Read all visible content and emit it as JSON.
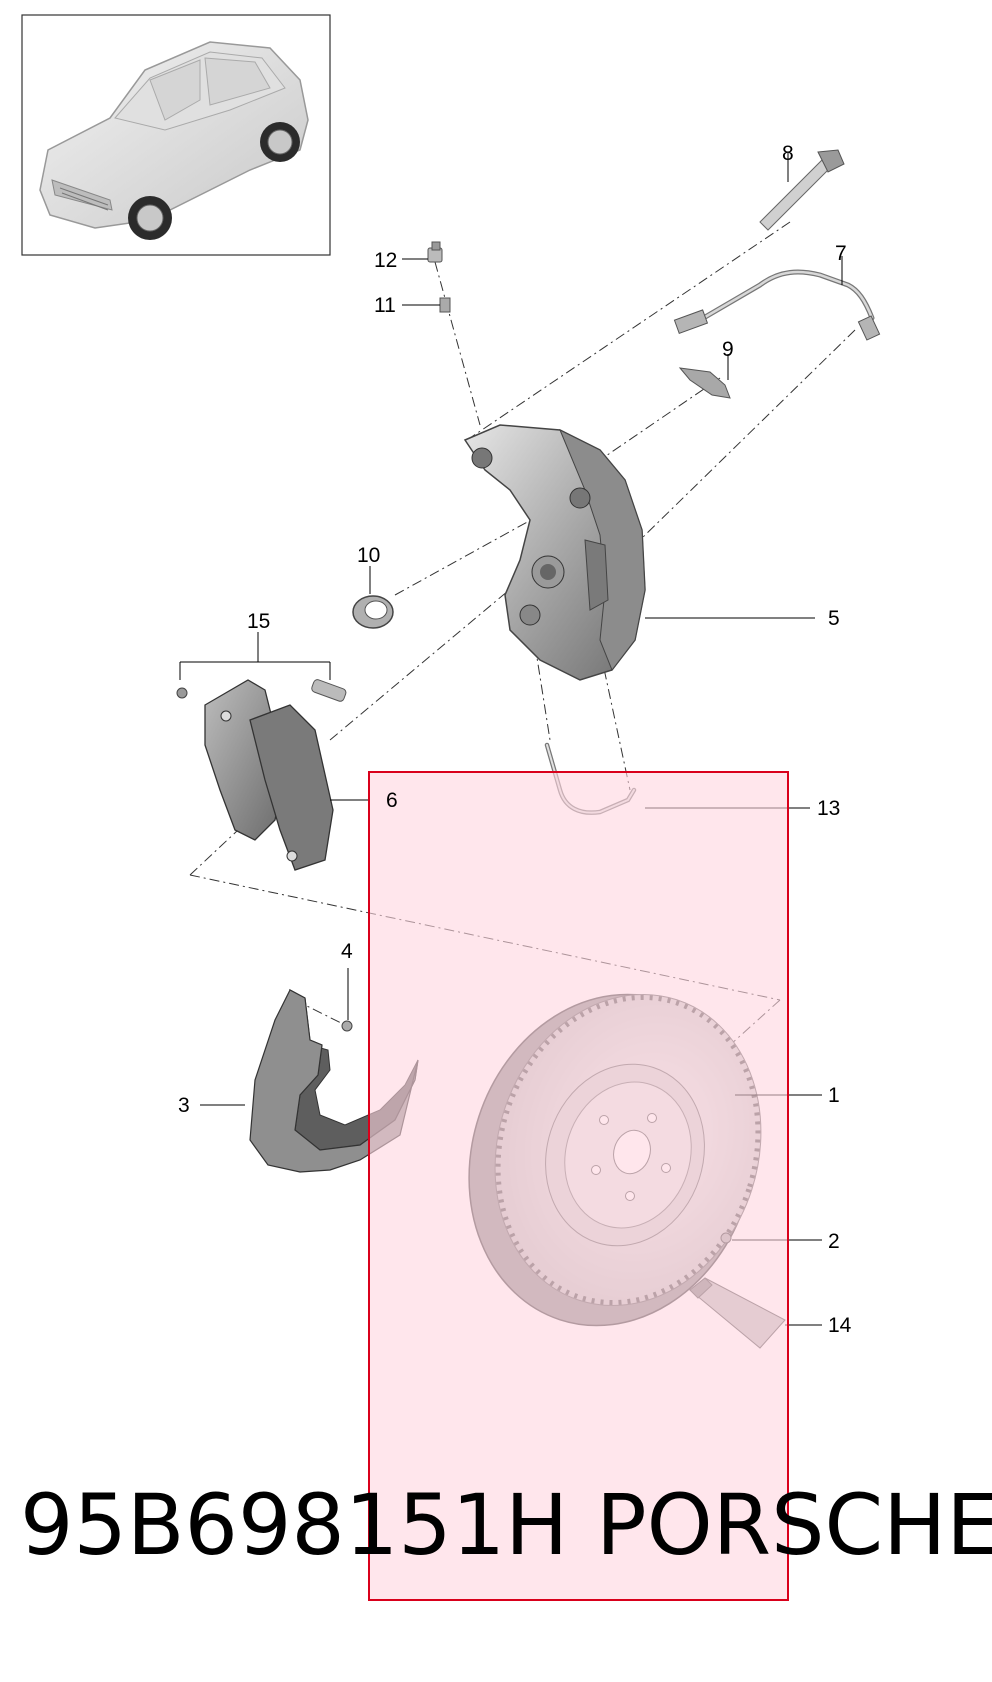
{
  "callouts": [
    {
      "id": "1",
      "text": "1"
    },
    {
      "id": "2",
      "text": "2"
    },
    {
      "id": "3",
      "text": "3"
    },
    {
      "id": "4",
      "text": "4"
    },
    {
      "id": "5",
      "text": "5"
    },
    {
      "id": "6",
      "text": "6"
    },
    {
      "id": "7",
      "text": "7"
    },
    {
      "id": "8",
      "text": "8"
    },
    {
      "id": "9",
      "text": "9"
    },
    {
      "id": "10",
      "text": "10"
    },
    {
      "id": "11",
      "text": "11"
    },
    {
      "id": "12",
      "text": "12"
    },
    {
      "id": "13",
      "text": "13"
    },
    {
      "id": "14",
      "text": "14"
    },
    {
      "id": "15",
      "text": "15"
    }
  ],
  "caption": {
    "part_number": "95B698151H",
    "brand": "PORSCHE"
  },
  "colors": {
    "highlight_fill": "#ffd6df",
    "highlight_border": "#d9001b",
    "part_gray": "#8a8a8a",
    "disc_tint": "#c9a7ae"
  }
}
